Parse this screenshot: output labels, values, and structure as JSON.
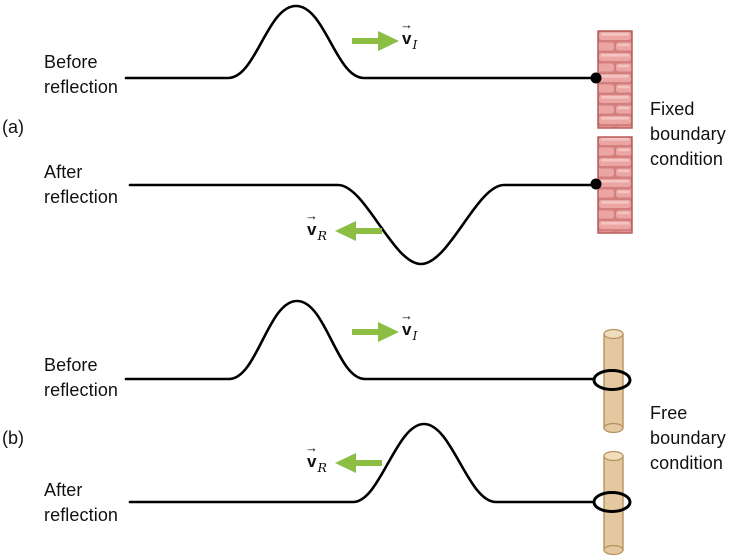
{
  "figure": {
    "panel_a": {
      "tag": "(a)",
      "before_label": "Before\nreflection",
      "after_label": "After\nreflection",
      "boundary_label": "Fixed\nboundary\ncondition",
      "boundary_type": "fixed",
      "incident_velocity": {
        "symbol": "v",
        "subscript": "I"
      },
      "reflected_velocity": {
        "symbol": "v",
        "subscript": "R"
      }
    },
    "panel_b": {
      "tag": "(b)",
      "before_label": "Before\nreflection",
      "after_label": "After\nreflection",
      "boundary_label": "Free\nboundary\ncondition",
      "boundary_type": "free",
      "incident_velocity": {
        "symbol": "v",
        "subscript": "I"
      },
      "reflected_velocity": {
        "symbol": "v",
        "subscript": "R"
      }
    }
  },
  "icons": {
    "vector_arrow": "→"
  },
  "colors": {
    "velocity_arrow_green": "#8cbe44",
    "brick_face": "#eba6a4",
    "brick_mortar": "#d2807d",
    "brick_highlight": "#f3c4c1",
    "pole_body": "#e4c89f",
    "pole_cap": "#efddbe",
    "string": "#000000"
  }
}
